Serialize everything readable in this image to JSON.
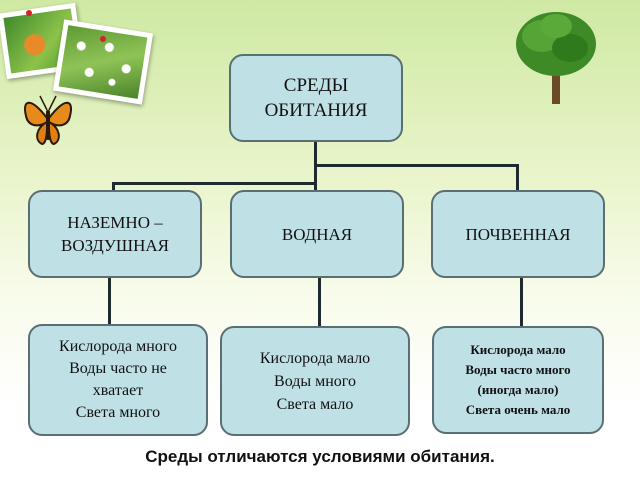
{
  "diagram": {
    "root": {
      "lines": [
        "СРЕДЫ",
        "ОБИТАНИЯ"
      ]
    },
    "categories": [
      {
        "key": "ground_air",
        "lines": [
          "НАЗЕМНО –",
          "ВОЗДУШНАЯ"
        ]
      },
      {
        "key": "water",
        "lines": [
          "ВОДНАЯ"
        ]
      },
      {
        "key": "soil",
        "lines": [
          "ПОЧВЕННАЯ"
        ]
      }
    ],
    "conditions": [
      {
        "key": "ground_air",
        "lines": [
          "Кислорода много",
          "Воды часто не",
          "хватает",
          "Света много"
        ]
      },
      {
        "key": "water",
        "lines": [
          "Кислорода мало",
          "Воды много",
          "Света мало"
        ]
      },
      {
        "key": "soil",
        "lines": [
          "Кислорода мало",
          "Воды часто много",
          "(иногда мало)",
          "Света очень мало"
        ]
      }
    ]
  },
  "caption": "Среды отличаются условиями обитания.",
  "colors": {
    "box_fill": "#bfe1e6",
    "box_border": "#5a6f74",
    "connector": "#1e2a2e"
  }
}
